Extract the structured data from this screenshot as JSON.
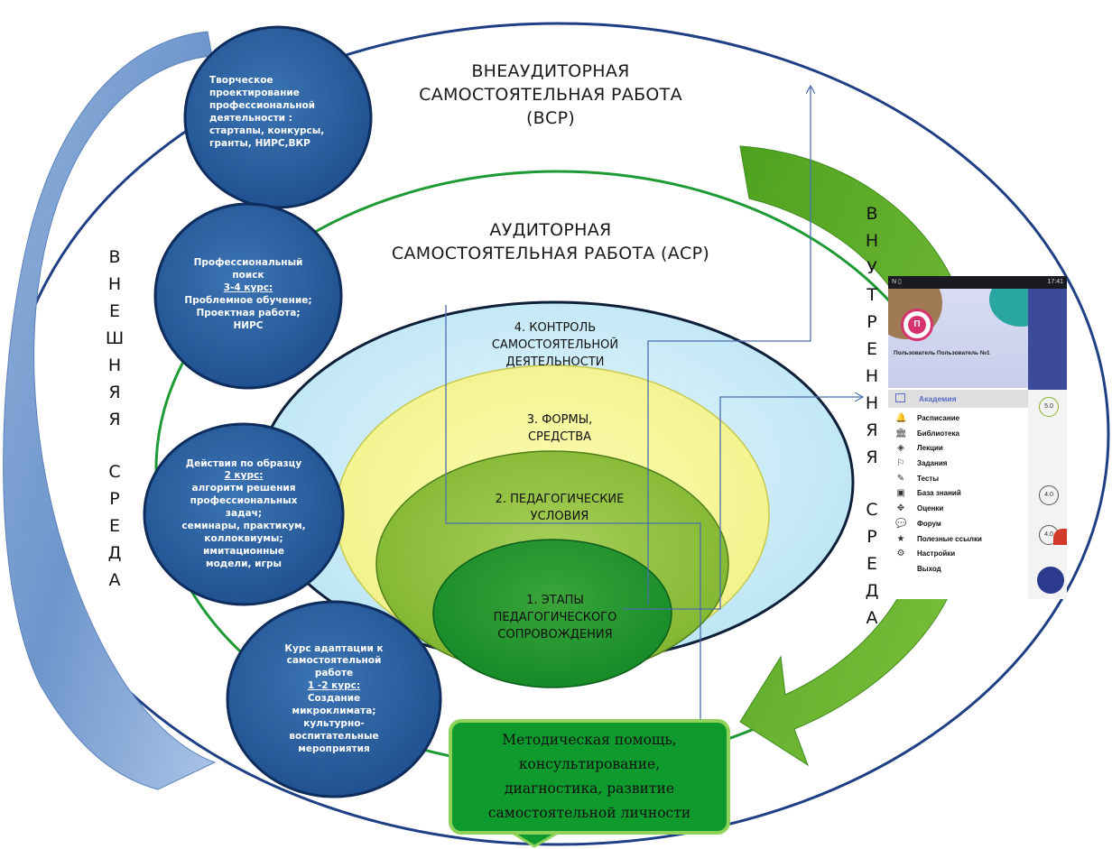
{
  "outer_zone": {
    "title_lines": [
      "ВНЕАУДИТОРНАЯ",
      "САМОСТОЯТЕЛЬНАЯ РАБОТА",
      "(ВСР)"
    ]
  },
  "inner_zone": {
    "title_lines": [
      "АУДИТОРНАЯ",
      "САМОСТОЯТЕЛЬНАЯ РАБОТА (АСР)"
    ]
  },
  "external_environment": {
    "letters": [
      "В",
      "Н",
      "Е",
      "Ш",
      "Н",
      "Я",
      "Я",
      "",
      "С",
      "Р",
      "Е",
      "Д",
      "А"
    ]
  },
  "internal_environment": {
    "letters": [
      "В",
      "Н",
      "У",
      "Т",
      "Р",
      "Е",
      "Н",
      "Н",
      "Я",
      "Я",
      "",
      "С",
      "Р",
      "Е",
      "Д",
      "А"
    ]
  },
  "levels": [
    {
      "lines": [
        "4. КОНТРОЛЬ",
        "САМОСТОЯТЕЛЬНОЙ",
        "ДЕЯТЕЛЬНОСТИ"
      ]
    },
    {
      "lines": [
        "3. ФОРМЫ,",
        "СРЕДСТВА"
      ]
    },
    {
      "lines": [
        "2. ПЕДАГОГИЧЕСКИЕ",
        "УСЛОВИЯ"
      ]
    },
    {
      "lines": [
        "1. ЭТАПЫ",
        "ПЕДАГОГИЧЕСКОГО",
        "СОПРОВОЖДЕНИЯ"
      ]
    }
  ],
  "stages": [
    {
      "lines": [
        {
          "text": "Творческое"
        },
        {
          "text": "проектирование"
        },
        {
          "text": "профессиональной"
        },
        {
          "text": "деятельности :"
        },
        {
          "text": "стартапы, конкурсы,"
        },
        {
          "text": "гранты, НИРС,ВКР"
        }
      ]
    },
    {
      "lines": [
        {
          "text": "Профессиональный"
        },
        {
          "text": "поиск"
        },
        {
          "text": "3-4  курс:",
          "u": true
        },
        {
          "text": "Проблемное обучение;"
        },
        {
          "text": "Проектная работа;"
        },
        {
          "text": "НИРС"
        }
      ]
    },
    {
      "lines": [
        {
          "text": "Действия по образцу"
        },
        {
          "text": "2 курс:",
          "u": true
        },
        {
          "text": "алгоритм решения"
        },
        {
          "text": "профессиональных"
        },
        {
          "text": "задач;"
        },
        {
          "text": "семинары, практикум,"
        },
        {
          "text": "коллоквиумы;"
        },
        {
          "text": "имитационные"
        },
        {
          "text": "модели, игры"
        }
      ]
    },
    {
      "lines": [
        {
          "text": "Курс адаптации к"
        },
        {
          "text": "самостоятельной"
        },
        {
          "text": "работе"
        },
        {
          "text": "1 -2 курс:",
          "u": true
        },
        {
          "text": "Создание"
        },
        {
          "text": "микроклимата;"
        },
        {
          "text": "культурно-"
        },
        {
          "text": "воспитательные"
        },
        {
          "text": "мероприятия"
        }
      ]
    }
  ],
  "method_box": {
    "lines": [
      "Методическая помощь,",
      "консультирование,",
      "диагностика,  развитие",
      "самостоятельной личности"
    ]
  },
  "phone": {
    "status_time": "17:41",
    "status_left": "N ▯",
    "avatar_letter": "П",
    "user_name": "Пользователь Пользователь №1",
    "active_item": "Академия",
    "menu": [
      {
        "icon": "bell-icon",
        "glyph": "🔔",
        "label": "Расписание"
      },
      {
        "icon": "library-icon",
        "glyph": "🏛",
        "label": "Библиотека"
      },
      {
        "icon": "lectures-icon",
        "glyph": "◈",
        "label": "Лекции"
      },
      {
        "icon": "tasks-icon",
        "glyph": "⚐",
        "label": "Задания"
      },
      {
        "icon": "tests-icon",
        "glyph": "✎",
        "label": "Тесты"
      },
      {
        "icon": "knowledge-base-icon",
        "glyph": "▣",
        "label": "База знаний"
      },
      {
        "icon": "grades-icon",
        "glyph": "✥",
        "label": "Оценки"
      },
      {
        "icon": "forum-icon",
        "glyph": "💬",
        "label": "Форум"
      },
      {
        "icon": "star-icon",
        "glyph": "★",
        "label": "Полезные ссылки"
      },
      {
        "icon": "settings-icon",
        "glyph": "⚙",
        "label": "Настройки"
      },
      {
        "icon": "exit-icon",
        "glyph": "",
        "label": "Выход"
      }
    ],
    "grades": [
      "5.0",
      "4.0",
      "4.0"
    ]
  }
}
